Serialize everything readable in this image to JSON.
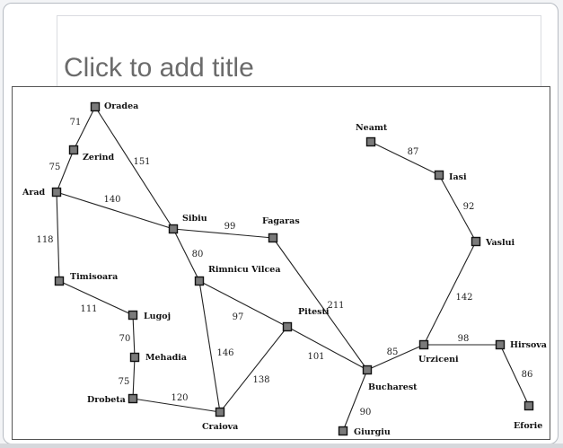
{
  "slide": {
    "title_placeholder": "Click to add title"
  },
  "map": {
    "cities": [
      {
        "id": "oradea",
        "name": "Oradea"
      },
      {
        "id": "zerind",
        "name": "Zerind"
      },
      {
        "id": "arad",
        "name": "Arad"
      },
      {
        "id": "timisoara",
        "name": "Timisoara"
      },
      {
        "id": "lugoj",
        "name": "Lugoj"
      },
      {
        "id": "mehadia",
        "name": "Mehadia"
      },
      {
        "id": "drobeta",
        "name": "Drobeta"
      },
      {
        "id": "craiova",
        "name": "Craiova"
      },
      {
        "id": "sibiu",
        "name": "Sibiu"
      },
      {
        "id": "rimnicu",
        "name": "Rimnicu Vilcea"
      },
      {
        "id": "fagaras",
        "name": "Fagaras"
      },
      {
        "id": "pitesti",
        "name": "Pitesti"
      },
      {
        "id": "bucharest",
        "name": "Bucharest"
      },
      {
        "id": "giurgiu",
        "name": "Giurgiu"
      },
      {
        "id": "urziceni",
        "name": "Urziceni"
      },
      {
        "id": "hirsova",
        "name": "Hirsova"
      },
      {
        "id": "eforie",
        "name": "Eforie"
      },
      {
        "id": "vaslui",
        "name": "Vaslui"
      },
      {
        "id": "iasi",
        "name": "Iasi"
      },
      {
        "id": "neamt",
        "name": "Neamt"
      }
    ],
    "roads": [
      {
        "from": "oradea",
        "to": "zerind",
        "distance": "71"
      },
      {
        "from": "zerind",
        "to": "arad",
        "distance": "75"
      },
      {
        "from": "oradea",
        "to": "sibiu",
        "distance": "151"
      },
      {
        "from": "arad",
        "to": "sibiu",
        "distance": "140"
      },
      {
        "from": "arad",
        "to": "timisoara",
        "distance": "118"
      },
      {
        "from": "timisoara",
        "to": "lugoj",
        "distance": "111"
      },
      {
        "from": "lugoj",
        "to": "mehadia",
        "distance": "70"
      },
      {
        "from": "mehadia",
        "to": "drobeta",
        "distance": "75"
      },
      {
        "from": "drobeta",
        "to": "craiova",
        "distance": "120"
      },
      {
        "from": "sibiu",
        "to": "fagaras",
        "distance": "99"
      },
      {
        "from": "sibiu",
        "to": "rimnicu",
        "distance": "80"
      },
      {
        "from": "rimnicu",
        "to": "pitesti",
        "distance": "97"
      },
      {
        "from": "rimnicu",
        "to": "craiova",
        "distance": "146"
      },
      {
        "from": "craiova",
        "to": "pitesti",
        "distance": "138"
      },
      {
        "from": "fagaras",
        "to": "bucharest",
        "distance": "211"
      },
      {
        "from": "pitesti",
        "to": "bucharest",
        "distance": "101"
      },
      {
        "from": "bucharest",
        "to": "giurgiu",
        "distance": "90"
      },
      {
        "from": "bucharest",
        "to": "urziceni",
        "distance": "85"
      },
      {
        "from": "urziceni",
        "to": "hirsova",
        "distance": "98"
      },
      {
        "from": "hirsova",
        "to": "eforie",
        "distance": "86"
      },
      {
        "from": "urziceni",
        "to": "vaslui",
        "distance": "142"
      },
      {
        "from": "vaslui",
        "to": "iasi",
        "distance": "92"
      },
      {
        "from": "iasi",
        "to": "neamt",
        "distance": "87"
      }
    ]
  }
}
